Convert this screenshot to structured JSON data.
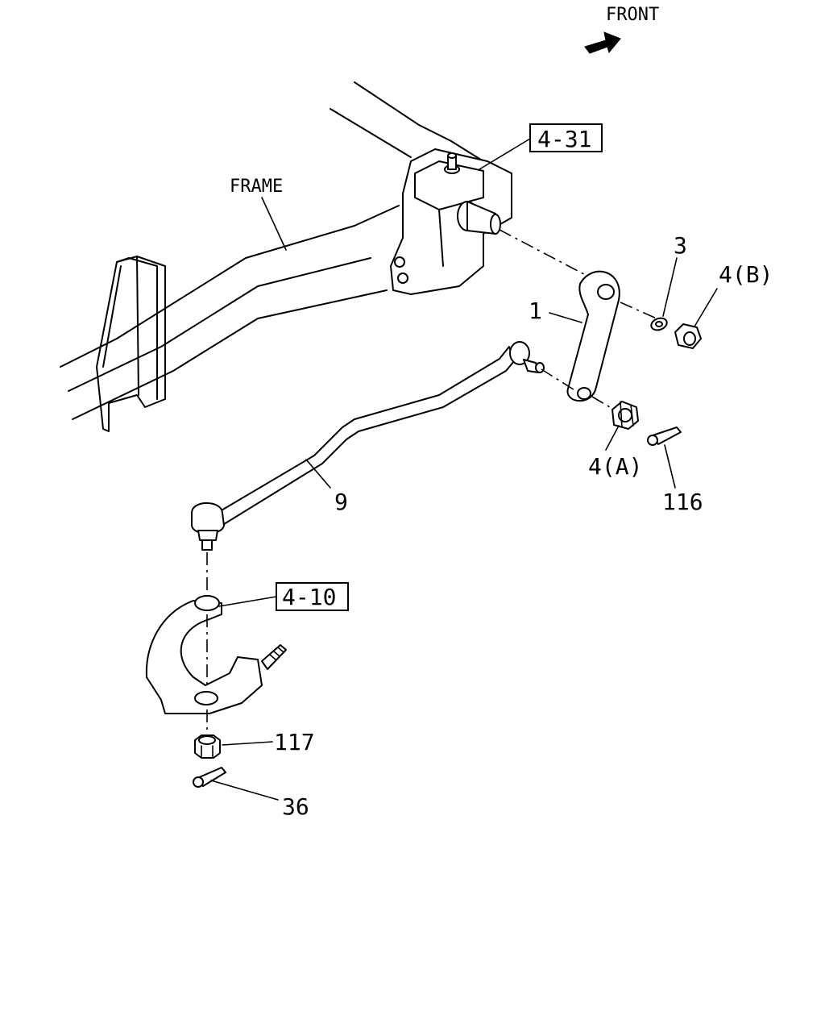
{
  "front_label": "FRONT",
  "frame_label": "FRAME",
  "callouts": {
    "ref_4_31": "4-31",
    "ref_4_10": "4-10",
    "p1": "1",
    "p3": "3",
    "p4b": "4(B)",
    "p4a": "4(A)",
    "p9": "9",
    "p116": "116",
    "p117": "117",
    "p36": "36"
  }
}
